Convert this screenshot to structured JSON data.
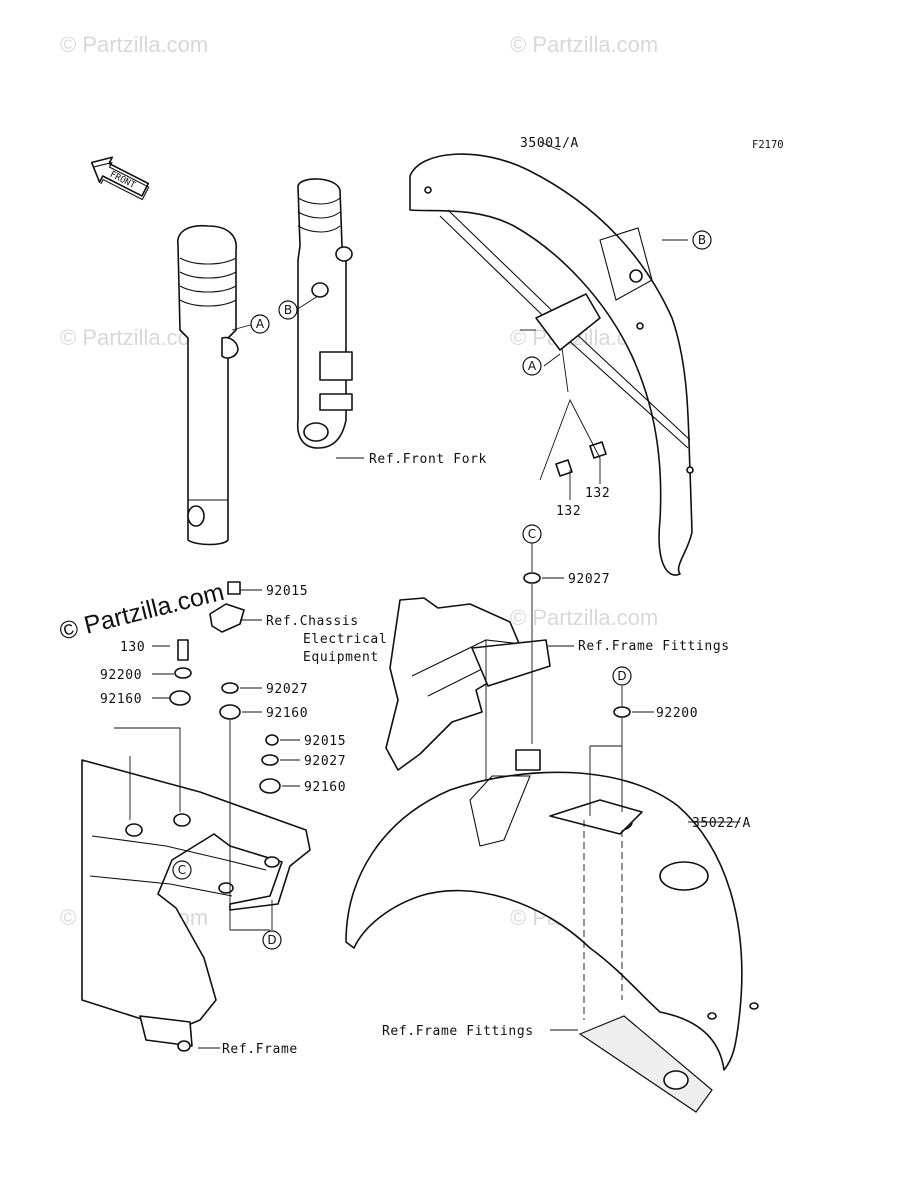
{
  "figure_code": "F2170",
  "front_arrow": "FRONT",
  "watermarks": [
    "© Partzilla.com",
    "© Partzilla.com",
    "© Partzilla.com",
    "© Partzilla.com",
    "© Partzilla.com",
    "© Partzilla.com",
    "© Partzilla.com",
    "© Partzilla.com"
  ],
  "watermark_main": "© Partzilla.com",
  "callouts": {
    "a": "A",
    "b": "B",
    "c": "C",
    "d": "D"
  },
  "parts": {
    "front_fender": "35001/A",
    "rear_fender": "35022/A",
    "bolt_132": "132",
    "nut_92015": "92015",
    "washer_92027": "92027",
    "bolt_130": "130",
    "washer_92200": "92200",
    "grommet_92160": "92160"
  },
  "refs": {
    "front_fork": "Ref.Front Fork",
    "chassis_line1": "Ref.Chassis",
    "chassis_line2": "Electrical",
    "chassis_line3": "Equipment",
    "frame_fittings": "Ref.Frame Fittings",
    "frame": "Ref.Frame"
  }
}
